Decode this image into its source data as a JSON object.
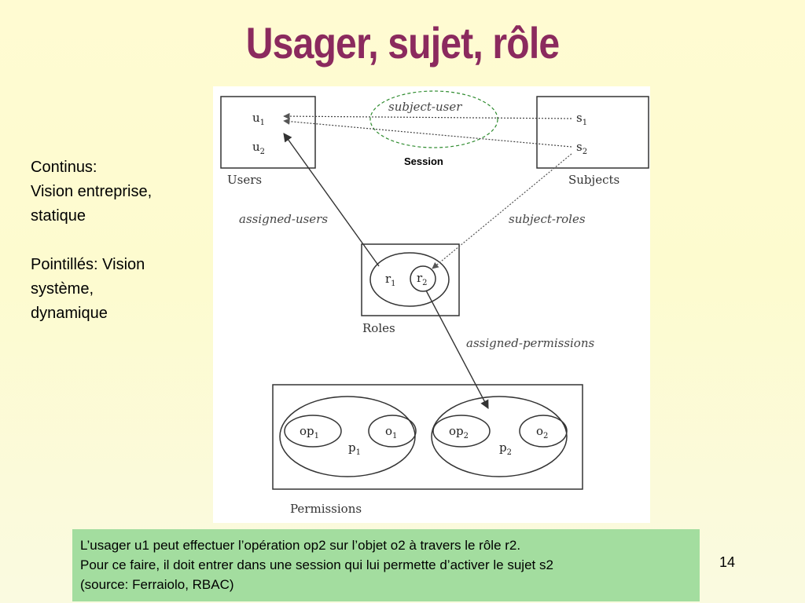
{
  "slide": {
    "title": "Usager, sujet, rôle",
    "page_number": "14"
  },
  "sidebar_note": {
    "line1": "Continus:",
    "line2": "Vision entreprise,",
    "line3": "statique",
    "line4": "Pointillés: Vision",
    "line5": "système,",
    "line6": "dynamique"
  },
  "diagram": {
    "users_label": "Users",
    "subjects_label": "Subjects",
    "roles_label": "Roles",
    "permissions_label": "Permissions",
    "subject_user_label": "subject-user",
    "session_label": "Session",
    "assigned_users_label": "assigned-users",
    "subject_roles_label": "subject-roles",
    "assigned_permissions_label": "assigned-permissions",
    "u1": {
      "base": "u",
      "sub": "1"
    },
    "u2": {
      "base": "u",
      "sub": "2"
    },
    "s1": {
      "base": "s",
      "sub": "1"
    },
    "s2": {
      "base": "s",
      "sub": "2"
    },
    "r1": {
      "base": "r",
      "sub": "1"
    },
    "r2": {
      "base": "r",
      "sub": "2"
    },
    "op1": {
      "base": "op",
      "sub": "1"
    },
    "o1": {
      "base": "o",
      "sub": "1"
    },
    "p1": {
      "base": "p",
      "sub": "1"
    },
    "op2": {
      "base": "op",
      "sub": "2"
    },
    "o2": {
      "base": "o",
      "sub": "2"
    },
    "p2": {
      "base": "p",
      "sub": "2"
    }
  },
  "caption": {
    "line1": "L’usager u1 peut effectuer l’opération op2 sur l’objet o2 à travers le rôle r2.",
    "line2": "Pour ce faire, il doit entrer dans une session qui lui permette d’activer le sujet s2",
    "line3": "(source: Ferraiolo, RBAC)"
  },
  "colors": {
    "title": "#8b2a5e",
    "caption_bg": "#a3dd9f",
    "session_ellipse": "#2e8b2e"
  }
}
